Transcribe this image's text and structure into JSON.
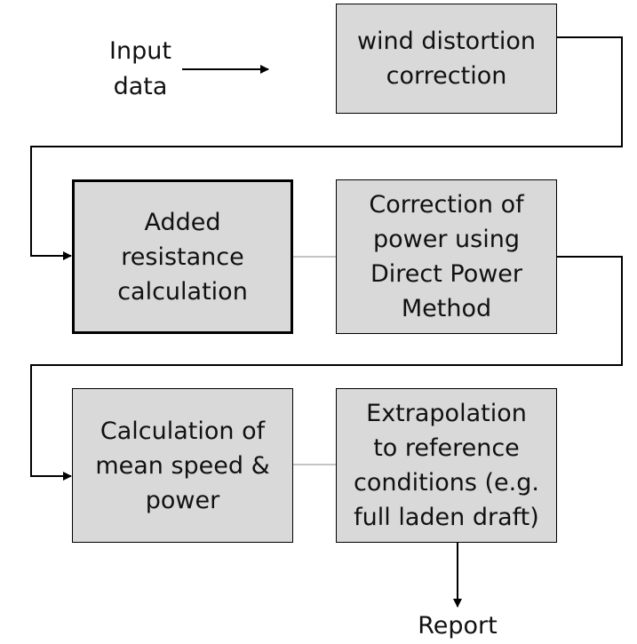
{
  "input": {
    "line1": "Input",
    "line2": "data"
  },
  "boxes": {
    "wind": {
      "lines": [
        "wind distortion",
        "correction"
      ]
    },
    "added_resistance": {
      "lines": [
        "Added",
        "resistance",
        "calculation"
      ]
    },
    "direct_power": {
      "lines": [
        "Correction of",
        "power using",
        "Direct Power",
        "Method"
      ]
    },
    "mean_speed": {
      "lines": [
        "Calculation of",
        "mean speed &",
        "power"
      ]
    },
    "extrapolation": {
      "lines": [
        "Extrapolation",
        "to reference",
        "conditions (e.g.",
        "full laden draft)"
      ]
    }
  },
  "output": {
    "label": "Report"
  },
  "colors": {
    "box_fill": "#d9d9d9",
    "stroke": "#000000",
    "thin_link": "#b0b0b0"
  }
}
